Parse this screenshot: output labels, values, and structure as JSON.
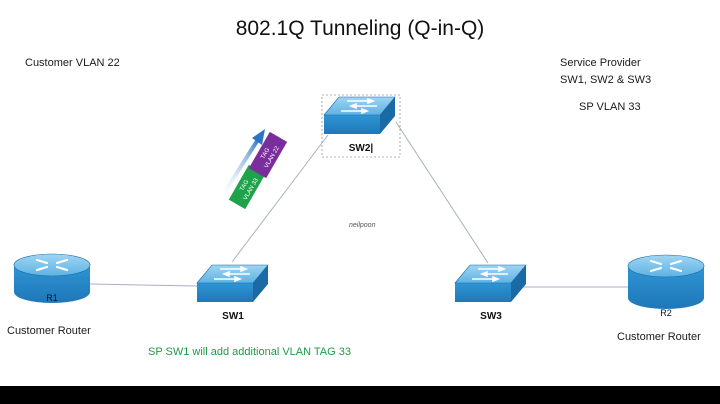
{
  "title": "802.1Q Tunneling (Q-in-Q)",
  "customer_vlan_label": "Customer VLAN 22",
  "service_provider": {
    "title": "Service Provider",
    "switches": "SW1, SW2 & SW3",
    "vlan": "SP VLAN 33"
  },
  "devices": {
    "r1": {
      "label": "R1",
      "caption": "Customer Router"
    },
    "r2": {
      "label": "R2",
      "caption": "Customer Router"
    },
    "sw1": {
      "label": "SW1"
    },
    "sw2": {
      "label": "SW2|"
    },
    "sw3": {
      "label": "SW3"
    }
  },
  "tags": {
    "outer": {
      "line1": "TAG",
      "line2": "VLAN 33",
      "color": "#1fa34a"
    },
    "inner": {
      "line1": "TAG",
      "line2": "VLAN 22",
      "color": "#7a2d9c"
    }
  },
  "watermark": "neilpoon",
  "note": {
    "text": "SP SW1 will add additional VLAN TAG 33",
    "color": "#1f9b47"
  },
  "colors": {
    "device_blue": "#2b8fd0",
    "device_top": "#79c2ec",
    "device_dark": "#1565a0",
    "link": "#a7b0c5",
    "arrow": "#2e74c6"
  },
  "icons": {
    "router": "router-icon",
    "switch": "switch-icon",
    "arrow": "direction-arrow-icon"
  }
}
